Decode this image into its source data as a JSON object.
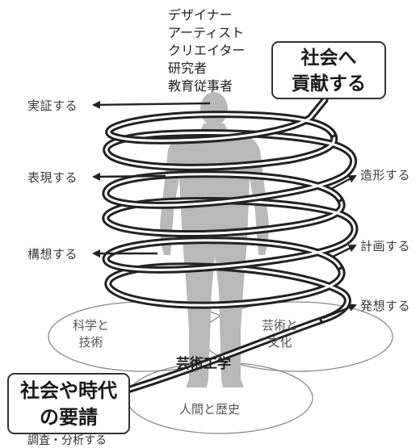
{
  "roles": [
    "デザイナー",
    "アーティスト",
    "クリエイター",
    "研究者",
    "教育従事者"
  ],
  "goal_box": {
    "line1": "社会へ",
    "line2": "貢献する"
  },
  "origin_box": {
    "line1": "社会や時代",
    "line2": "の要請"
  },
  "left_actions": [
    "実証する",
    "表現する",
    "構想する"
  ],
  "right_actions": [
    "造形する",
    "計画する",
    "発想する"
  ],
  "venn": {
    "science": {
      "line1": "科学と",
      "line2": "技術"
    },
    "art": {
      "line1": "芸術と",
      "line2": "文化"
    },
    "human": "人間と歴史",
    "core": "芸術工学"
  },
  "caption": "調査・分析する"
}
